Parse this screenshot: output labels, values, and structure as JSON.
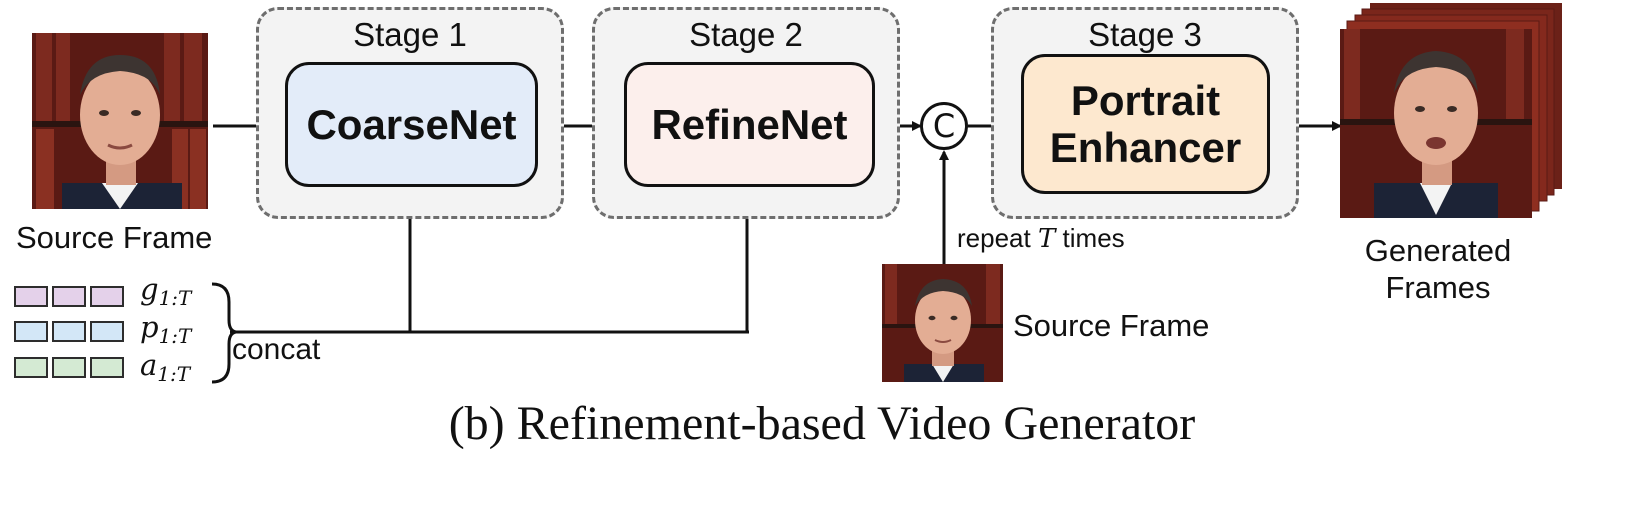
{
  "stages": [
    {
      "title": "Stage 1",
      "module": "CoarseNet",
      "module_color": "#e3ecf9"
    },
    {
      "title": "Stage 2",
      "module": "RefineNet",
      "module_color": "#fcefec"
    },
    {
      "title": "Stage 3",
      "module": "Portrait Enhancer",
      "module_color": "#fde8cf"
    }
  ],
  "labels": {
    "source_frame_top": "Source Frame",
    "source_frame_bottom": "Source Frame",
    "generated_frames": "Generated Frames",
    "repeat_prefix": "repeat",
    "repeat_var": "T",
    "repeat_suffix": "times",
    "concat": "concat",
    "concat_symbol": "C"
  },
  "inputs": [
    {
      "symbol": "g",
      "sub": "1:T",
      "color": "#e4d1ea"
    },
    {
      "symbol": "p",
      "sub": "1:T",
      "color": "#d3e7f7"
    },
    {
      "symbol": "a",
      "sub": "1:T",
      "color": "#d4ead3"
    }
  ],
  "caption": "(b) Refinement-based Video Generator"
}
